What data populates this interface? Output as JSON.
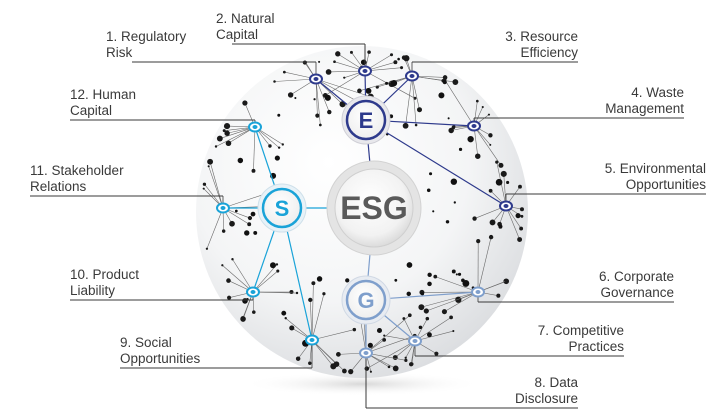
{
  "center": {
    "label": "ESG"
  },
  "hubs": [
    {
      "id": "E",
      "letter": "E",
      "color": "#2e3a8c"
    },
    {
      "id": "S",
      "letter": "S",
      "color": "#1aa3d8"
    },
    {
      "id": "G",
      "letter": "G",
      "color": "#7f9fcc"
    }
  ],
  "items": [
    {
      "num": "1.",
      "line1": "Regulatory",
      "line2": "Risk",
      "hub": "E"
    },
    {
      "num": "2.",
      "line1": "Natural",
      "line2": "Capital",
      "hub": "E"
    },
    {
      "num": "3.",
      "line1": "Resource",
      "line2": "Efficiency",
      "hub": "E"
    },
    {
      "num": "4.",
      "line1": "Waste",
      "line2": "Management",
      "hub": "E"
    },
    {
      "num": "5.",
      "line1": "Environmental",
      "line2": "Opportunities",
      "hub": "E"
    },
    {
      "num": "6.",
      "line1": "Corporate",
      "line2": "Governance",
      "hub": "G"
    },
    {
      "num": "7.",
      "line1": "Competitive",
      "line2": "Practices",
      "hub": "G"
    },
    {
      "num": "8.",
      "line1": "Data",
      "line2": "Disclosure",
      "hub": "G"
    },
    {
      "num": "9.",
      "line1": "Social",
      "line2": "Opportunities",
      "hub": "S"
    },
    {
      "num": "10.",
      "line1": "Product",
      "line2": "Liability",
      "hub": "S"
    },
    {
      "num": "11.",
      "line1": "Stakeholder",
      "line2": "Relations",
      "hub": "S"
    },
    {
      "num": "12.",
      "line1": "Human",
      "line2": "Capital",
      "hub": "S"
    }
  ]
}
